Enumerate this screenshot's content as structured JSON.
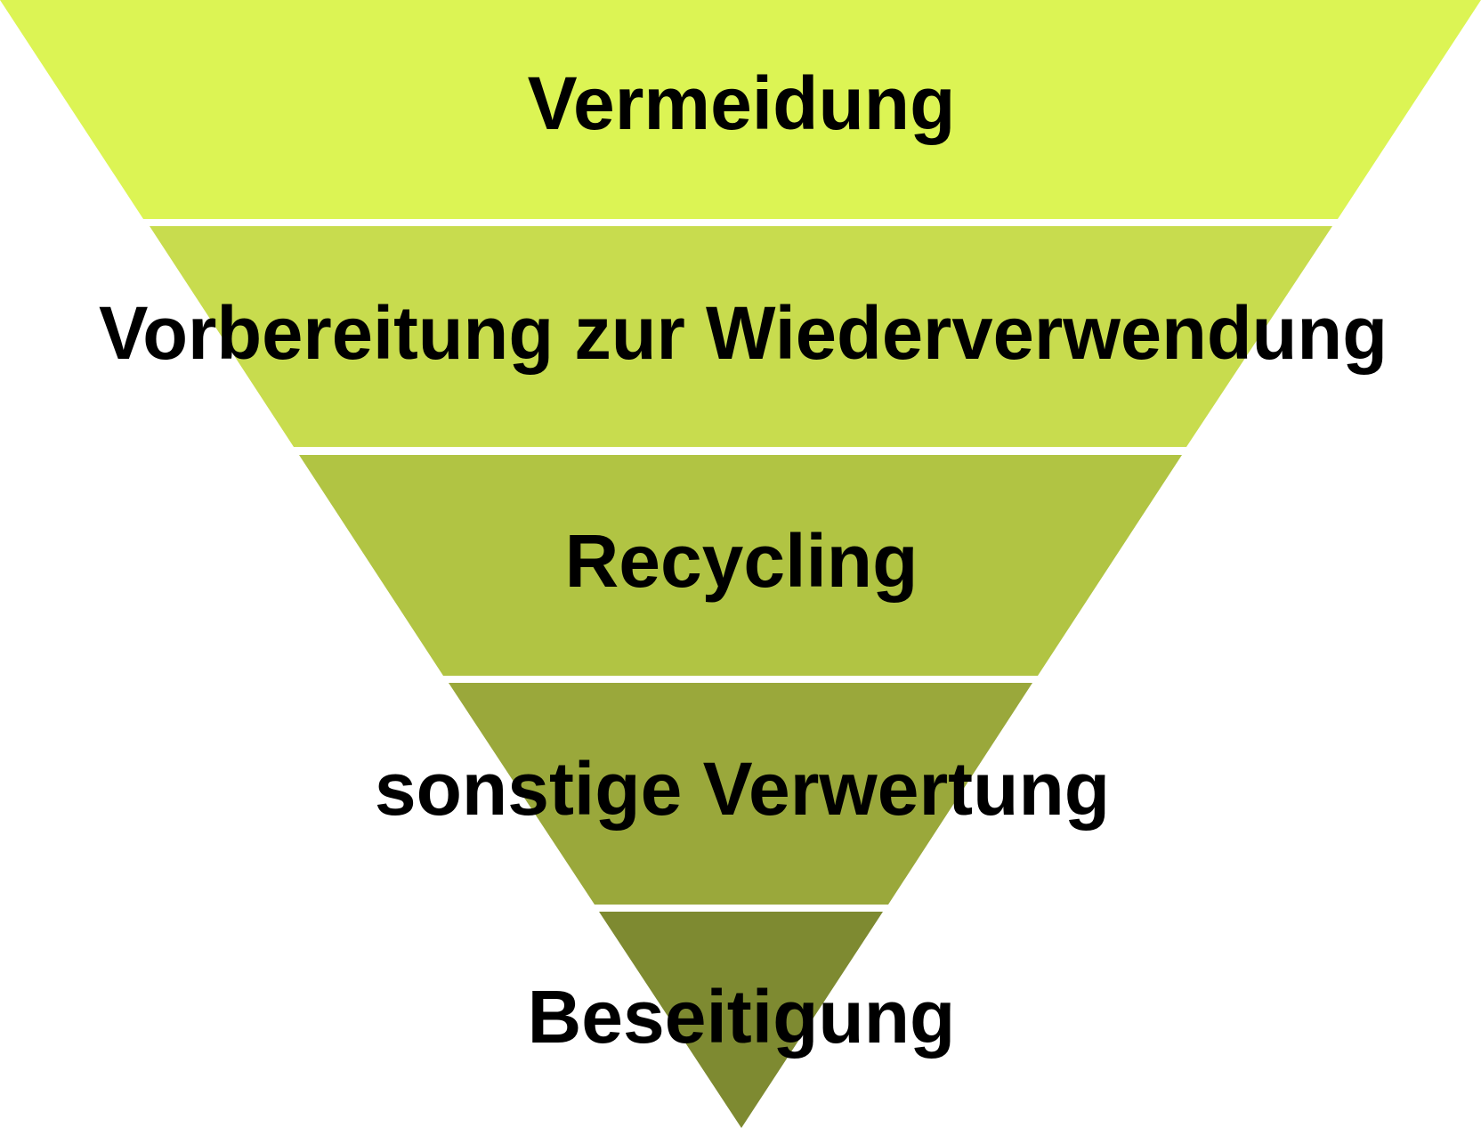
{
  "diagram": {
    "levels": [
      {
        "label": "Vermeidung",
        "color": "#DCF454"
      },
      {
        "label": "Vorbereitung zur Wiederverwendung",
        "color": "#C8DC4E"
      },
      {
        "label": "Recycling",
        "color": "#B1C443"
      },
      {
        "label": "sonstige Verwertung",
        "color": "#9AA83B"
      },
      {
        "label": "Beseitigung",
        "color": "#7E8A31"
      }
    ]
  }
}
